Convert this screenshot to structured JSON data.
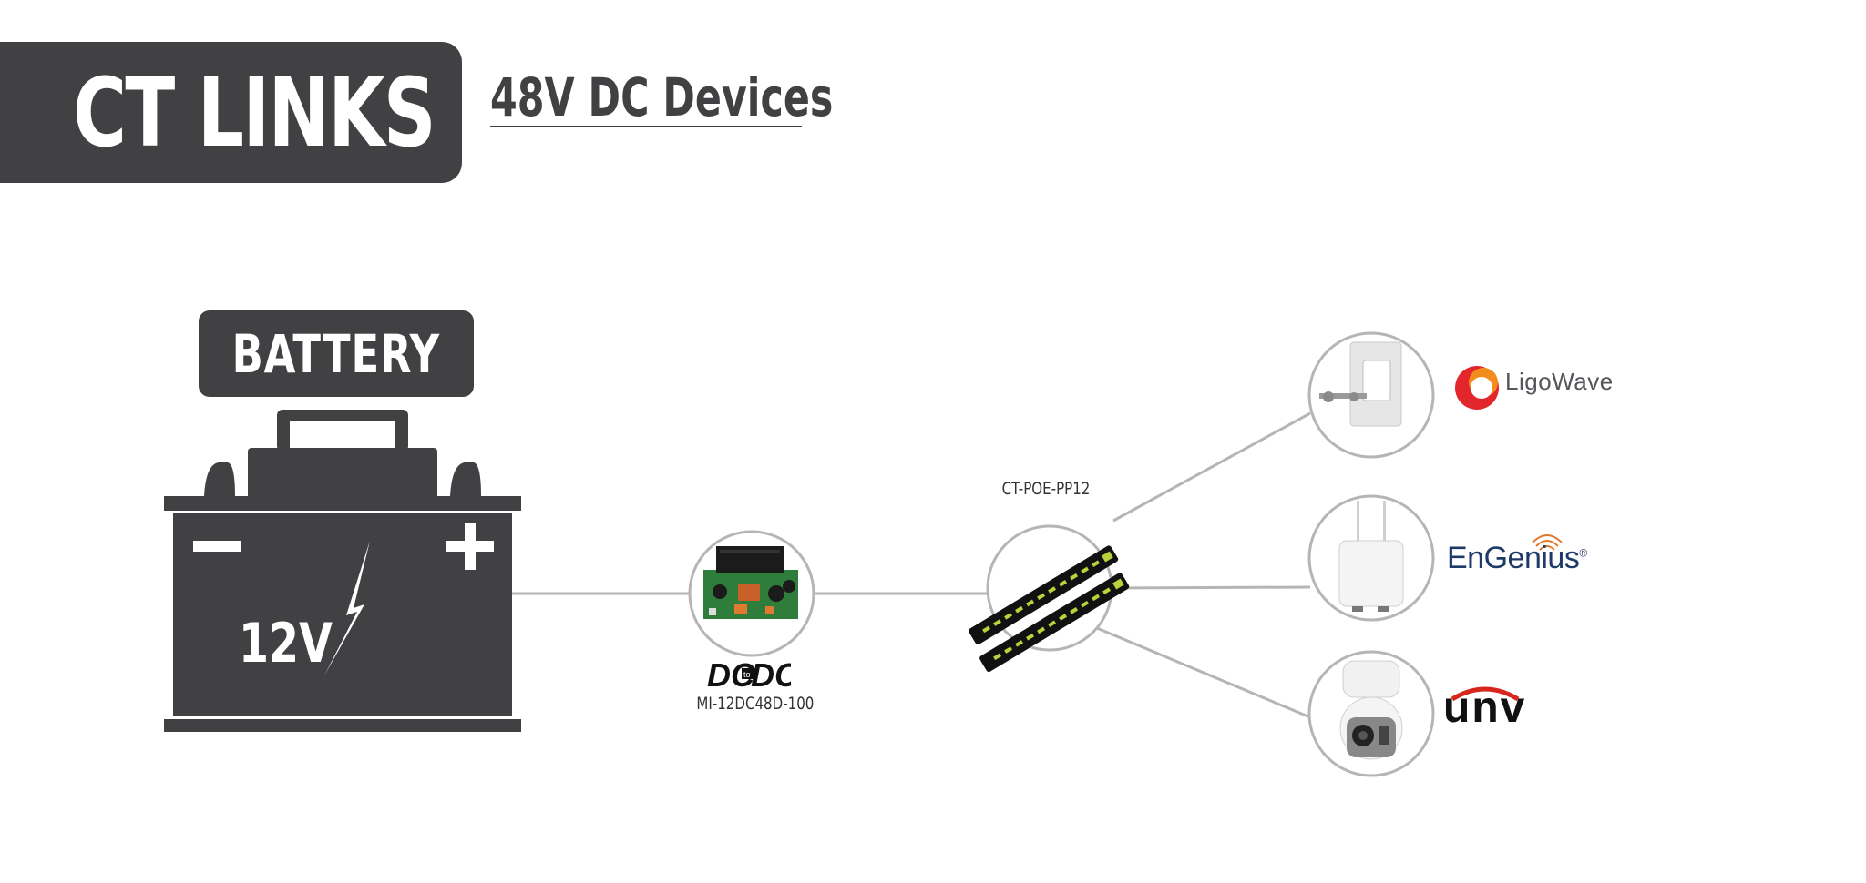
{
  "header": {
    "title": "CT LINKS",
    "subtitle": "48V DC Devices"
  },
  "battery": {
    "label": "BATTERY",
    "voltage": "12V",
    "terminal_negative": "−",
    "terminal_positive": "+"
  },
  "converter": {
    "logo_text": "DC to DC",
    "logo_left": "DC",
    "logo_mid": "to",
    "logo_right": "DC",
    "model": "MI-12DC48D-100"
  },
  "poe": {
    "model": "CT-POE-PP12"
  },
  "devices": [
    {
      "brand": "LigoWave",
      "icon": "outdoor-radio-icon"
    },
    {
      "brand": "EnGenius",
      "icon": "access-point-icon"
    },
    {
      "brand": "UNV",
      "display": "unv",
      "icon": "ptz-camera-icon"
    }
  ],
  "colors": {
    "dark": "#414143",
    "line": "#b5b5b5",
    "ligowave_red": "#e3262b",
    "ligowave_orange": "#f28c1c",
    "engenius_blue": "#1e3a66",
    "unv_red": "#d9261c",
    "pcb_green": "#2f7d3a",
    "poe_green": "#b8d23a"
  }
}
